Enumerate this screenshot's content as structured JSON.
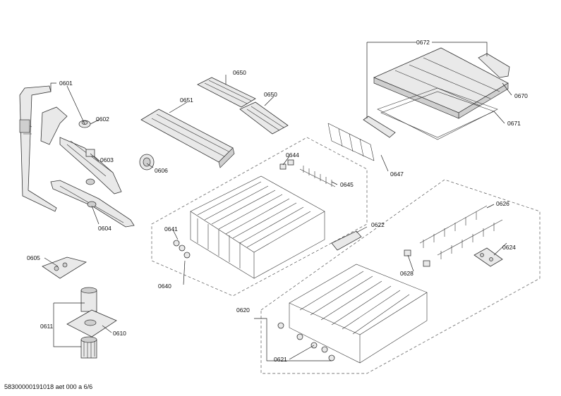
{
  "footer": {
    "doc_id": "58300000191018 aet 000 a 6/6"
  },
  "labels": {
    "p0601": "0601",
    "p0602": "0602",
    "p0603": "0603",
    "p0604": "0604",
    "p0605": "0605",
    "p0606": "0606",
    "p0610": "0610",
    "p0611": "0611",
    "p0620": "0620",
    "p0621": "0621",
    "p0622": "0622",
    "p0624": "0624",
    "p0626": "0626",
    "p0628": "0628",
    "p0640": "0640",
    "p0641": "0641",
    "p0644": "0644",
    "p0645": "0645",
    "p0647": "0647",
    "p0650a": "0650",
    "p0650b": "0650",
    "p0651": "0651",
    "p0670": "0670",
    "p0671": "0671",
    "p0672": "0672"
  }
}
